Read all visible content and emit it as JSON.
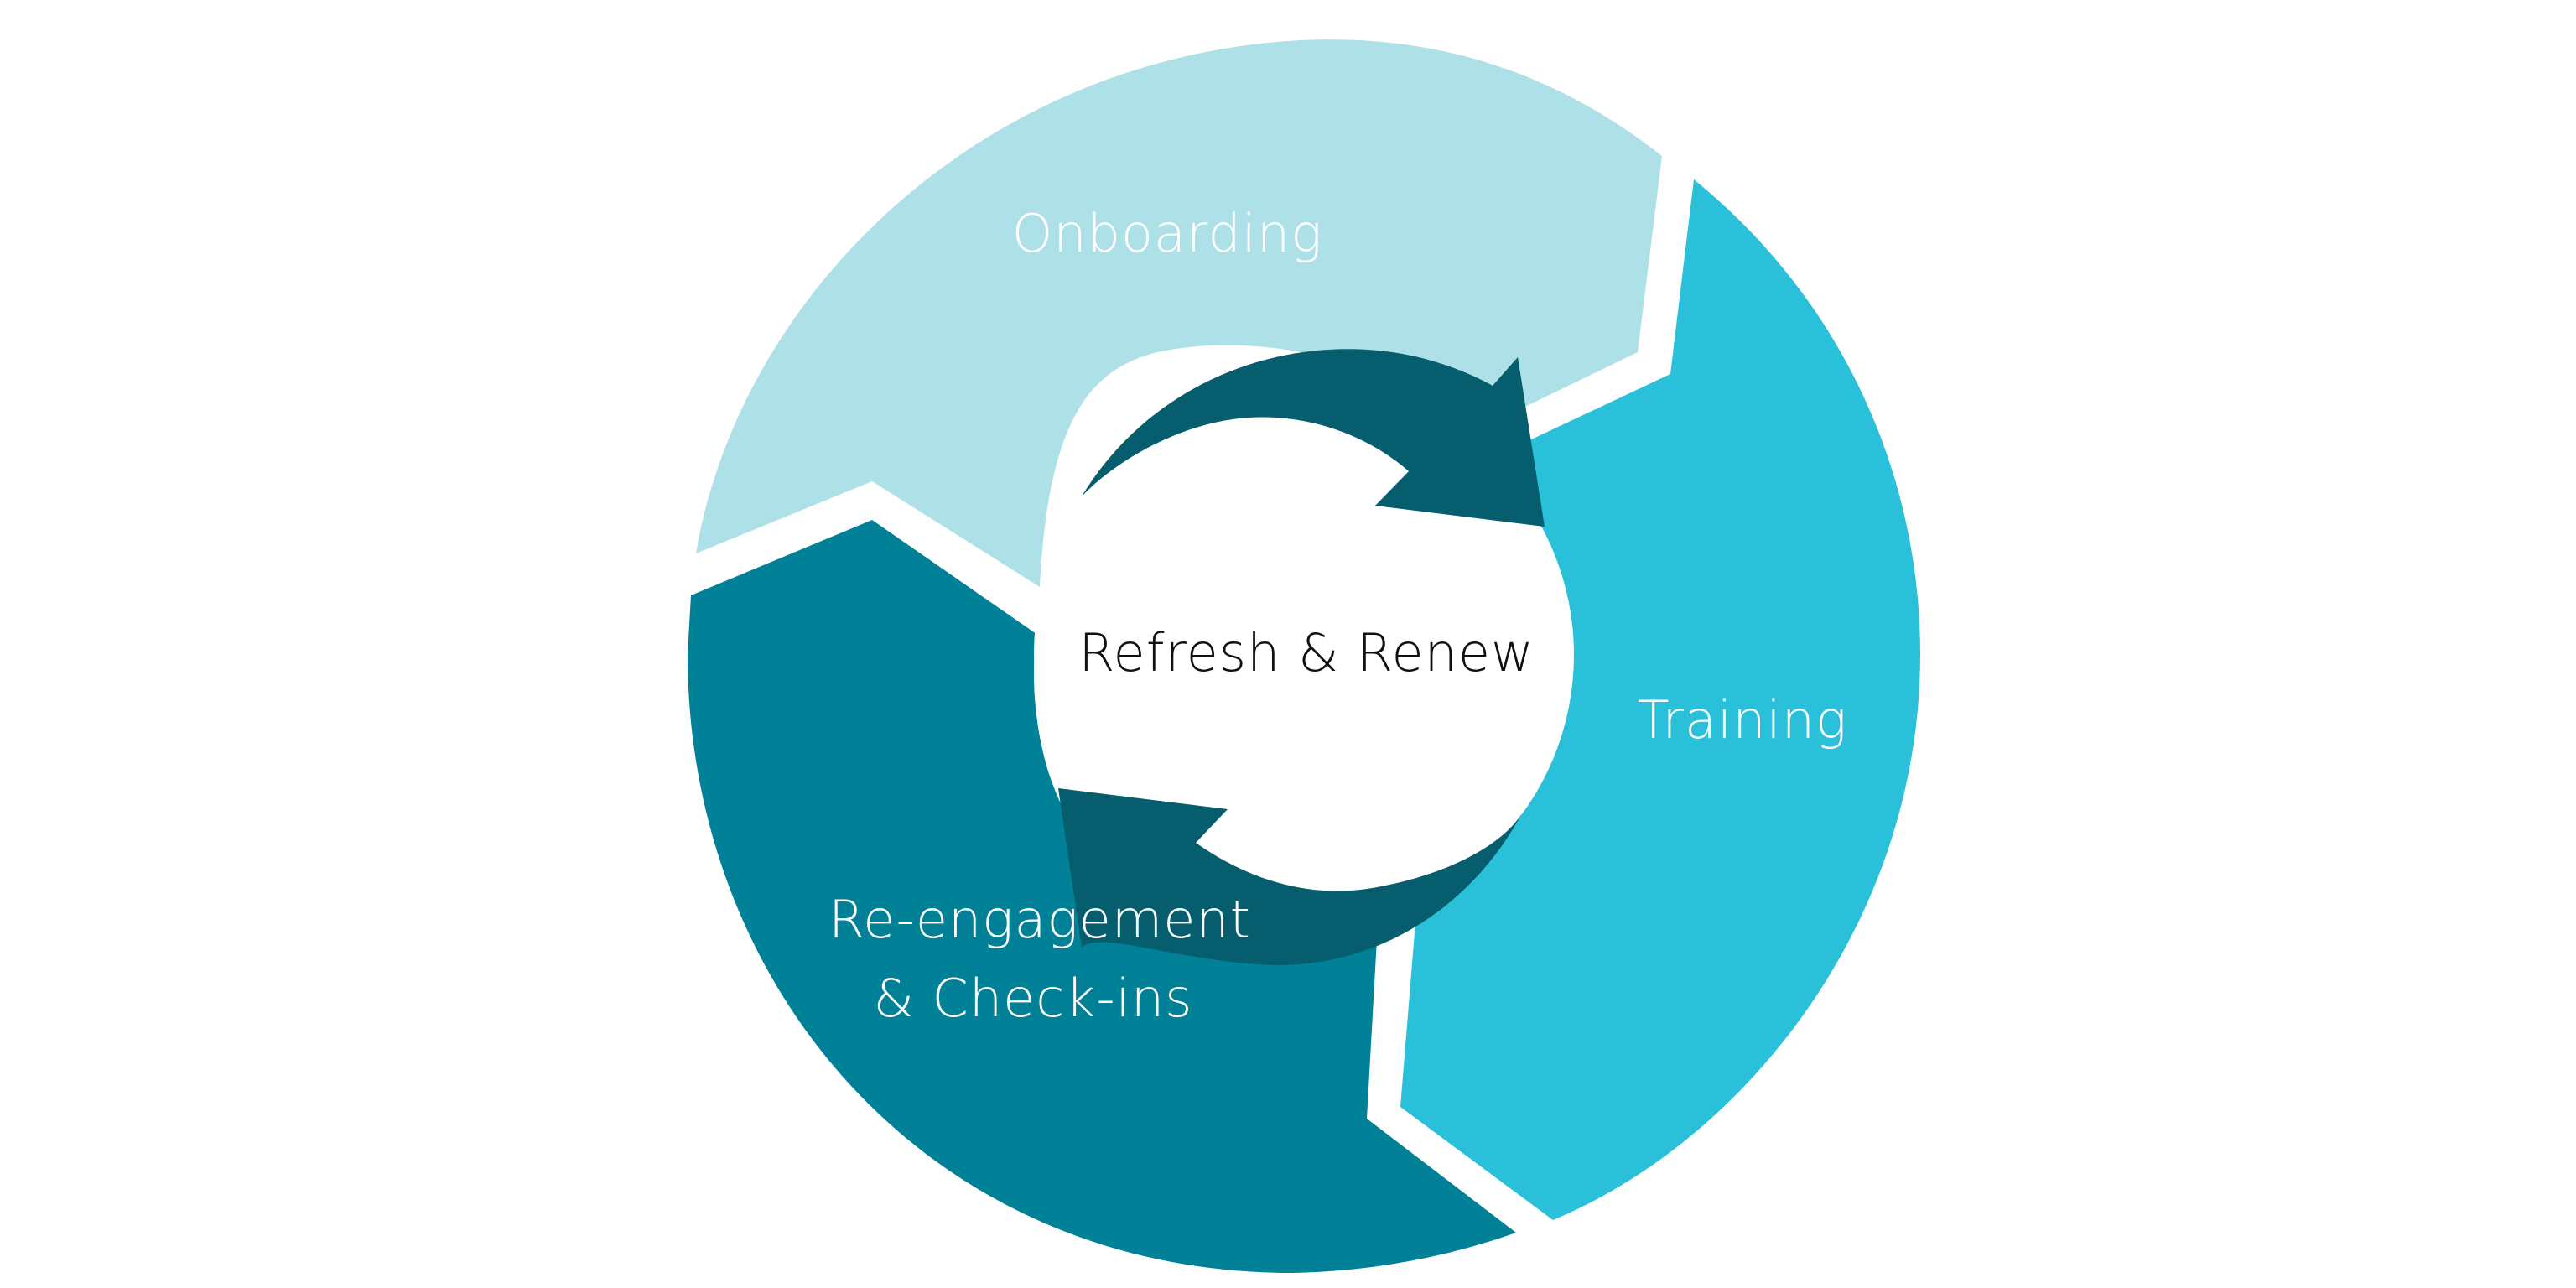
{
  "diagram": {
    "center_label": "Refresh & Renew",
    "segments": [
      {
        "id": "onboarding",
        "lines": [
          "Onboarding"
        ],
        "color": "#aee0e7"
      },
      {
        "id": "training",
        "lines": [
          "Training"
        ],
        "color": "#2bc0d9"
      },
      {
        "id": "reengagement",
        "lines": [
          "Re-engagement",
          "& Check-ins"
        ],
        "color": "#008197"
      }
    ],
    "cycle_arrow_color": "#055d6e",
    "background": "#ffffff"
  }
}
